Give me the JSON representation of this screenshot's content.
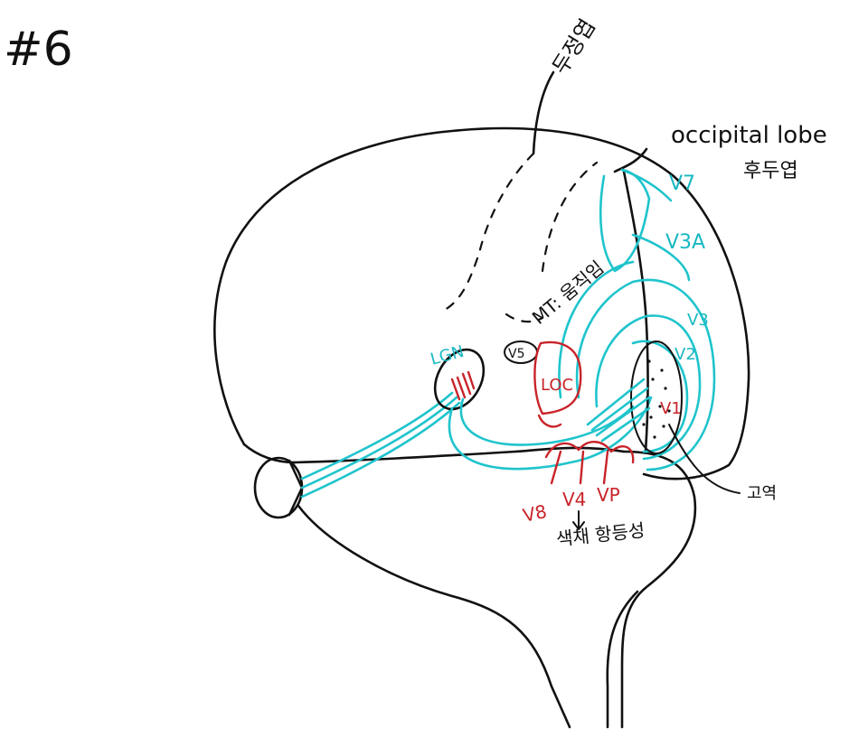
{
  "page_number": "#6",
  "labels": {
    "parietal": "두정엽",
    "occipital_en": "occipital lobe",
    "occipital_ko": "후두엽",
    "v7": "V7",
    "v3a": "V3A",
    "v3": "V3",
    "v2": "V2",
    "v1": "V1",
    "mt": "MT: 움직임",
    "v5": "V5",
    "lgn": "LGN",
    "loc": "LOC",
    "v8": "V8",
    "v4": "V4",
    "vp": "VP",
    "color": "색채 항등성",
    "fovea": "고역"
  },
  "colors": {
    "ink": "#111111",
    "cyan": "#1fc4cc",
    "red": "#c8242a"
  }
}
